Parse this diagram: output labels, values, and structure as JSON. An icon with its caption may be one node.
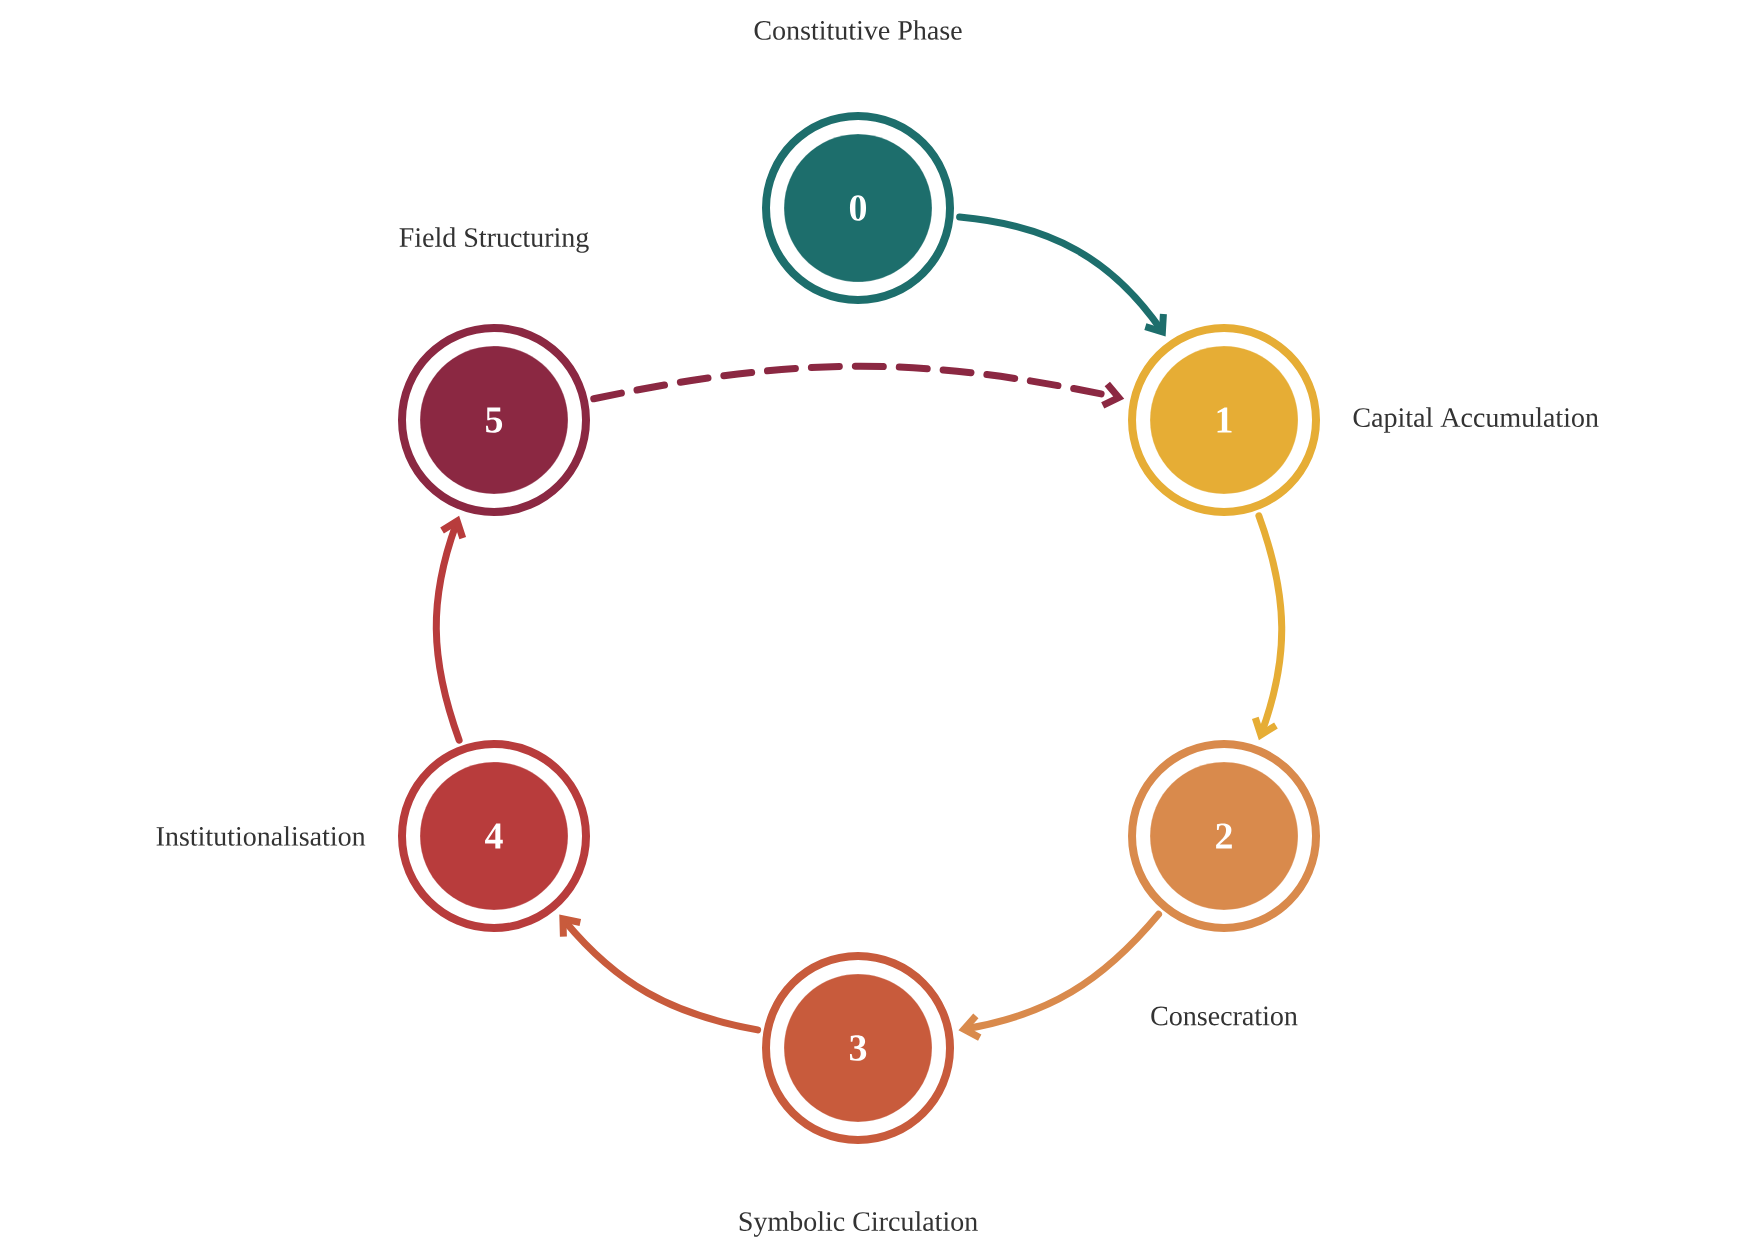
{
  "diagram": {
    "nodes": [
      {
        "text": [
          "0"
        ],
        "beside": [
          "Constitutive Phase"
        ]
      },
      {
        "text": [
          "1"
        ],
        "beside": [
          "Capital Accumulation"
        ]
      },
      {
        "text": [
          "2"
        ],
        "beside": [
          "Consecration"
        ]
      },
      {
        "text": [
          "3"
        ],
        "beside": [
          "Symbolic Circulation"
        ]
      },
      {
        "text": [
          "4"
        ],
        "beside": [
          "Institutionalisation"
        ]
      },
      {
        "text": [
          "5"
        ],
        "beside": [
          "Field Structuring"
        ]
      }
    ],
    "edges": [
      {
        "from": 0,
        "to": 1,
        "arrow": "to",
        "color": "#1d6e6c"
      },
      {
        "from": 1,
        "to": 2,
        "arrow": "to",
        "color": "#e6ad35"
      },
      {
        "from": 2,
        "to": 3,
        "arrow": "to",
        "color": "#d98a4c"
      },
      {
        "from": 3,
        "to": 4,
        "arrow": "to",
        "color": "#c85b3c"
      },
      {
        "from": 4,
        "to": 5,
        "arrow": "to",
        "color": "#b83c3c"
      },
      {
        "from": 5,
        "to": 1,
        "arrow": "to",
        "style": "dashed",
        "color": "#8b2842"
      }
    ]
  }
}
